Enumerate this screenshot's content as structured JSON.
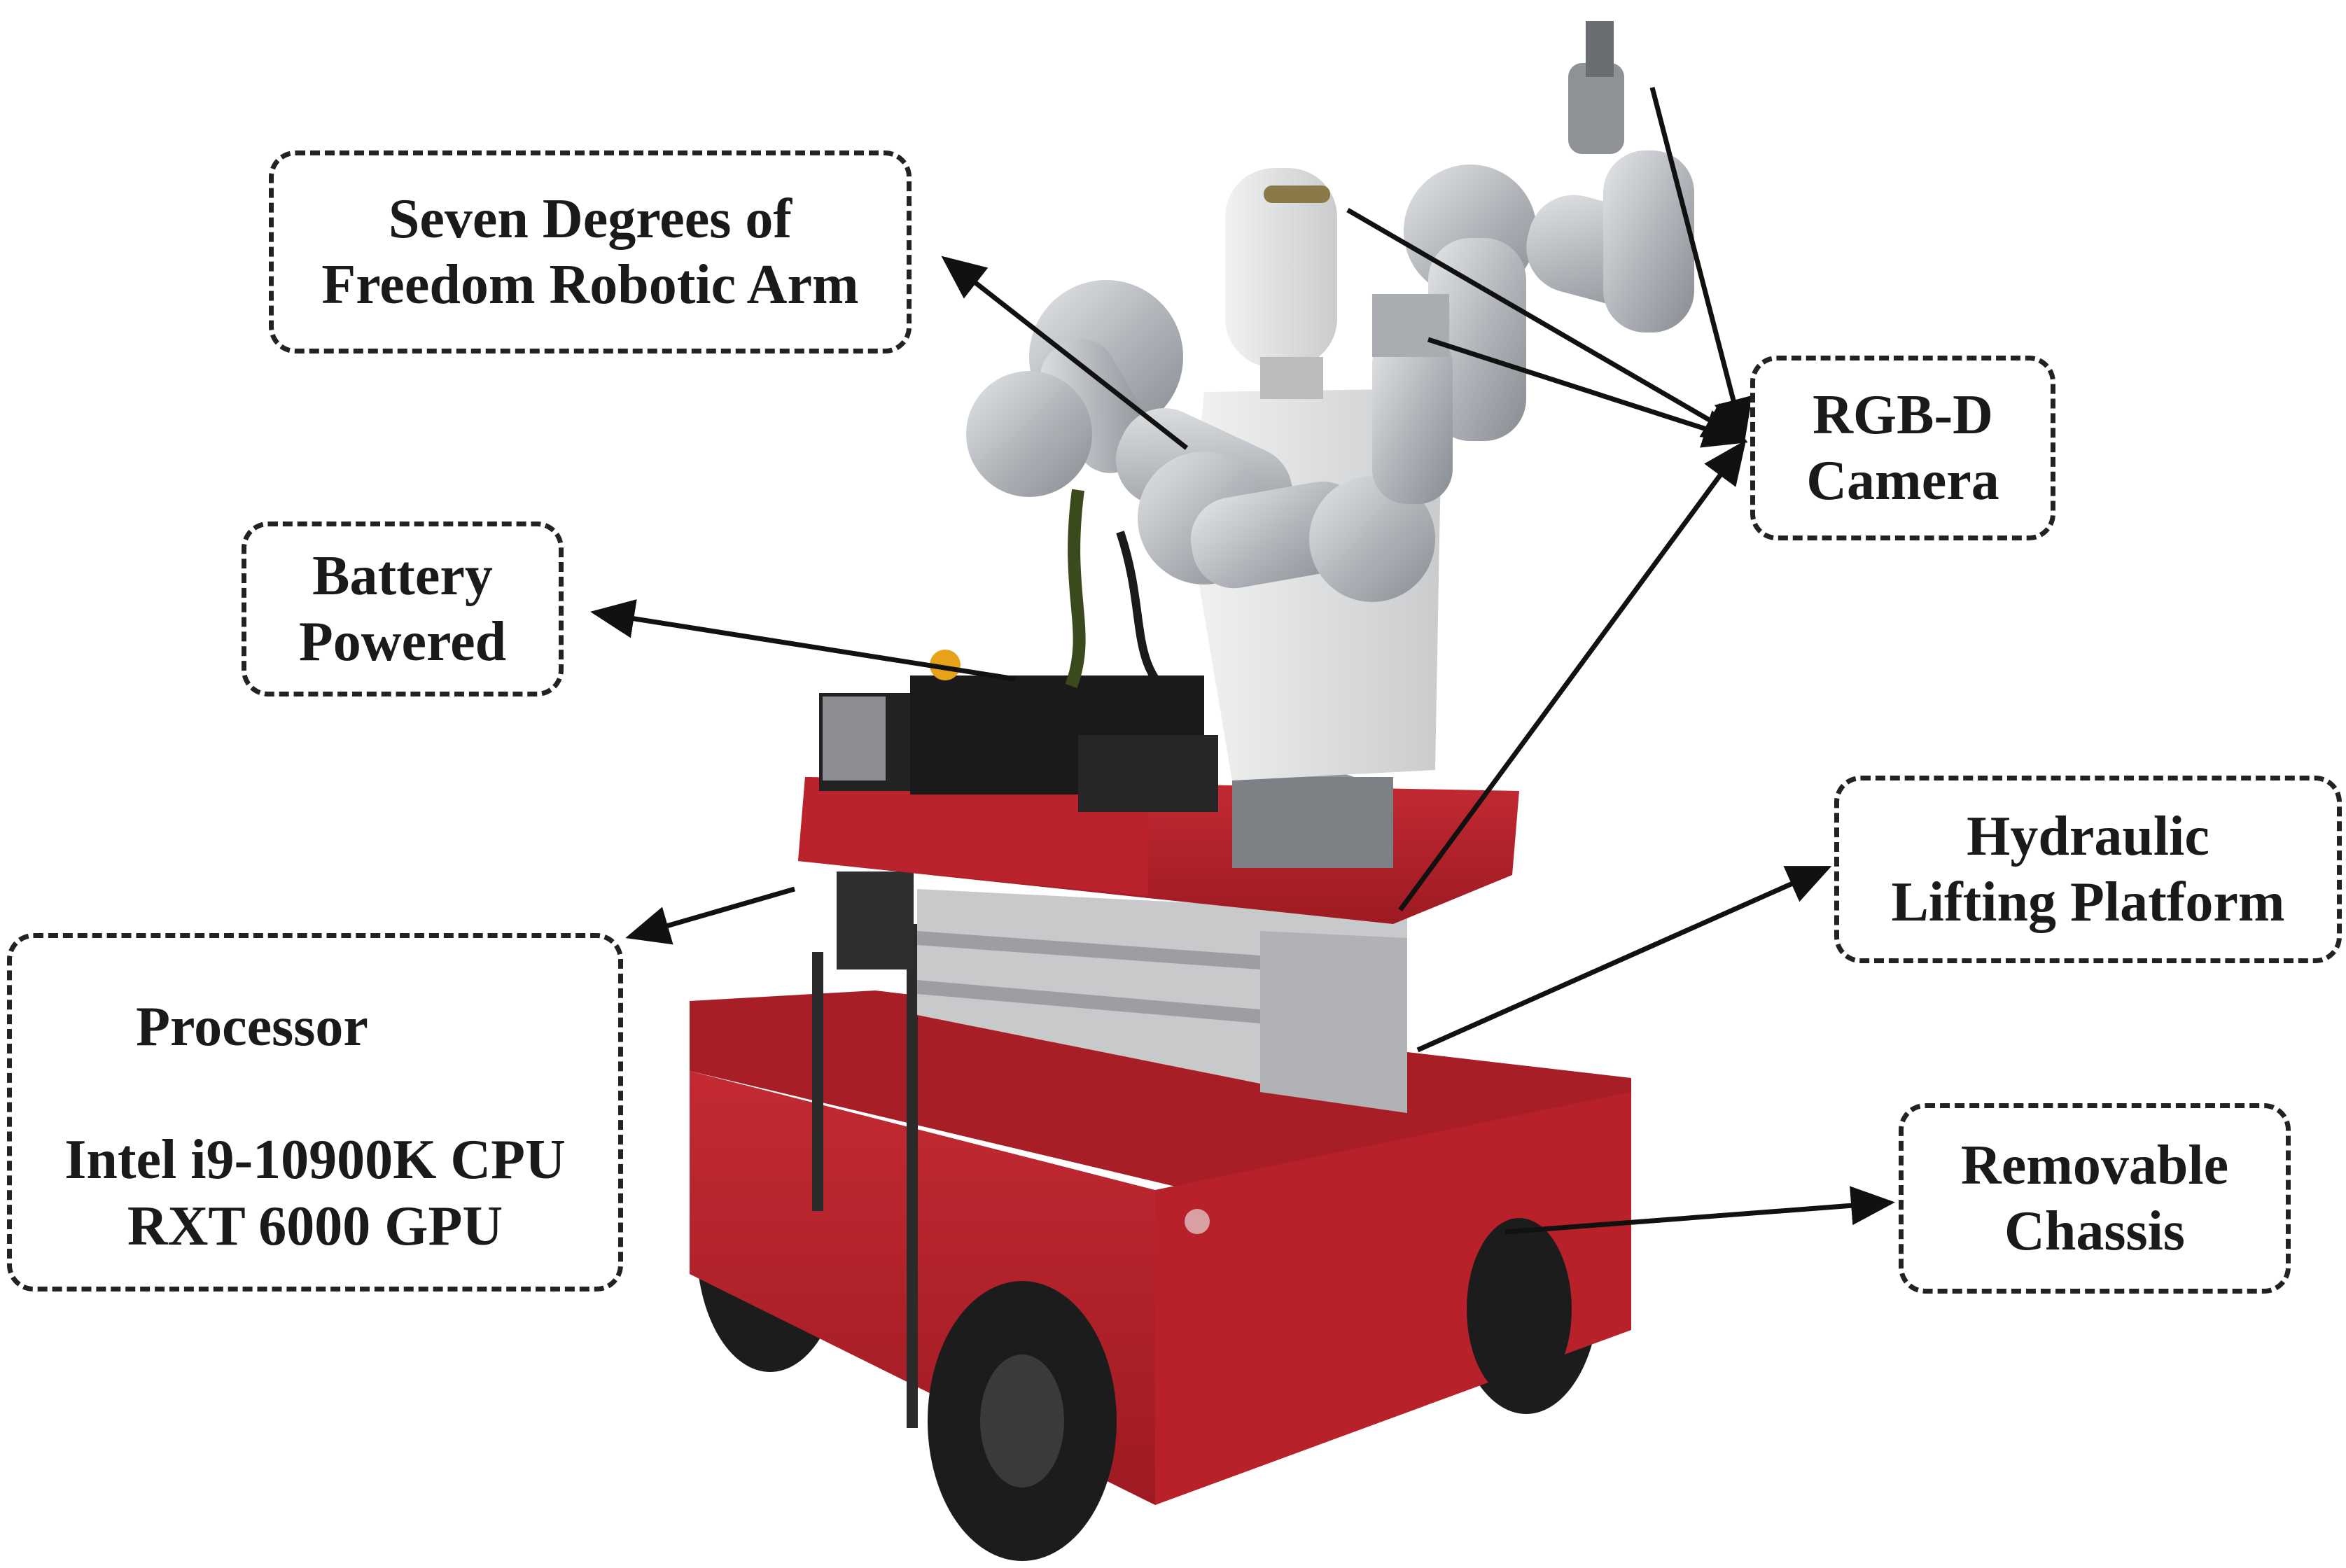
{
  "callouts": {
    "arm": [
      "Seven Degrees of",
      "Freedom Robotic Arm"
    ],
    "battery": [
      "Battery",
      "Powered"
    ],
    "camera": [
      "RGB-D",
      "Camera"
    ],
    "hydraulic": [
      "Hydraulic",
      "Lifting Platform"
    ],
    "chassis": [
      "Removable",
      "Chassis"
    ],
    "processor_title": "Processor",
    "processor_specs": [
      "Intel i9-10900K CPU",
      "RXT 6000 GPU"
    ]
  },
  "colors": {
    "chassis_red": "#b8212a",
    "arm_silver": "#b9bcc0",
    "tire_black": "#1c1c1c",
    "line": "#111111"
  }
}
